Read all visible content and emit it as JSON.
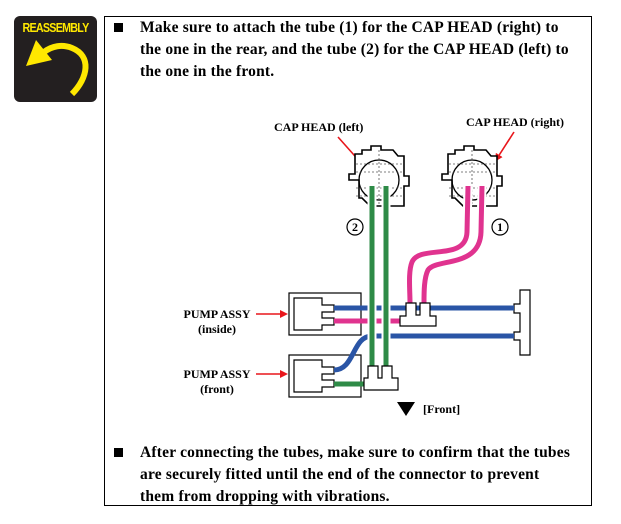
{
  "badge": {
    "label": "REASSEMBLY",
    "icon": "return-arrow-icon",
    "colors": {
      "background": "#231f20",
      "foreground": "#ffe800"
    }
  },
  "instructions": [
    {
      "bullet": "square-bullet",
      "lines": [
        "Make sure to attach the tube (1) for the CAP HEAD (right) to",
        "the one in the rear, and the tube (2) for the CAP HEAD (left) to",
        "the one in the front."
      ]
    },
    {
      "bullet": "square-bullet",
      "lines": [
        "After connecting the tubes, make sure to confirm that the tubes",
        "are securely fitted until the end of the connector to prevent",
        "them from dropping with vibrations."
      ]
    }
  ],
  "diagram": {
    "labels": {
      "cap_head_left": "CAP HEAD (left)",
      "cap_head_right": "CAP HEAD (right)",
      "marker_left": "2",
      "marker_right": "1",
      "pump_inside_line1": "PUMP ASSY",
      "pump_inside_line2": "(inside)",
      "pump_front_line1": "PUMP ASSY",
      "pump_front_line2": "(front)",
      "front_direction": "[Front]"
    },
    "colors": {
      "tube_green": "#2e8b47",
      "tube_pink": "#e0338f",
      "tube_blue": "#2a55a6",
      "pointer_arrow": "#e8161b"
    }
  }
}
